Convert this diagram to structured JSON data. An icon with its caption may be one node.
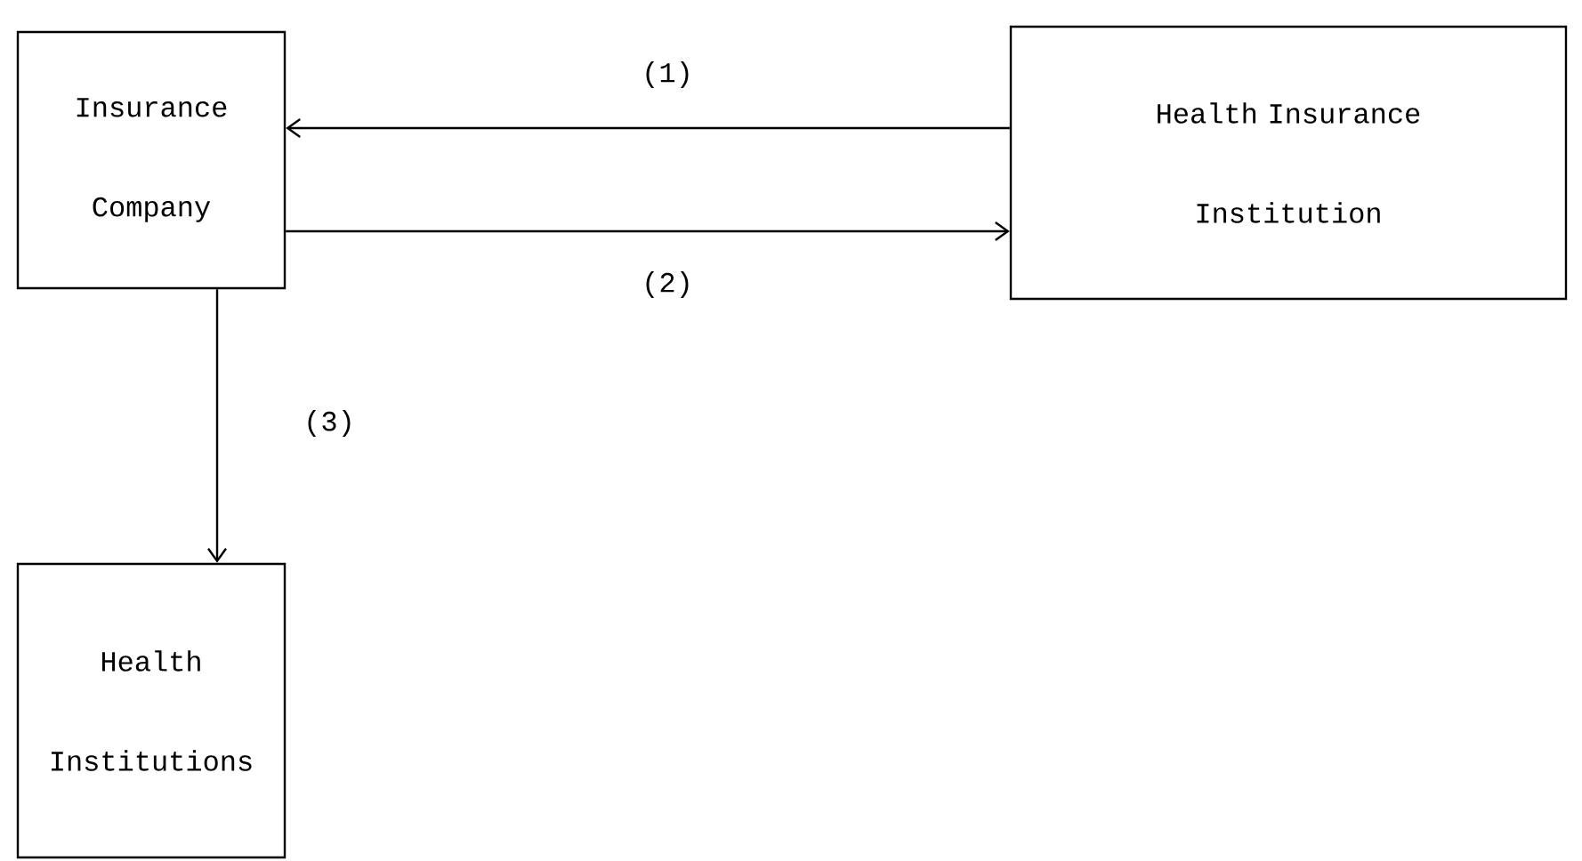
{
  "diagram": {
    "nodes": [
      {
        "text": [
          "Insurance Company"
        ]
      },
      {
        "text": [
          "Health Insurance Institution"
        ]
      },
      {
        "text": [
          "Health Institutions"
        ]
      }
    ],
    "edges": [
      {
        "from": 1,
        "to": 0,
        "arrow": "to",
        "label": "(1)"
      },
      {
        "from": 0,
        "to": 1,
        "arrow": "to",
        "label": "(2)"
      },
      {
        "from": 0,
        "to": 2,
        "arrow": "to",
        "label": "(3)"
      }
    ]
  }
}
